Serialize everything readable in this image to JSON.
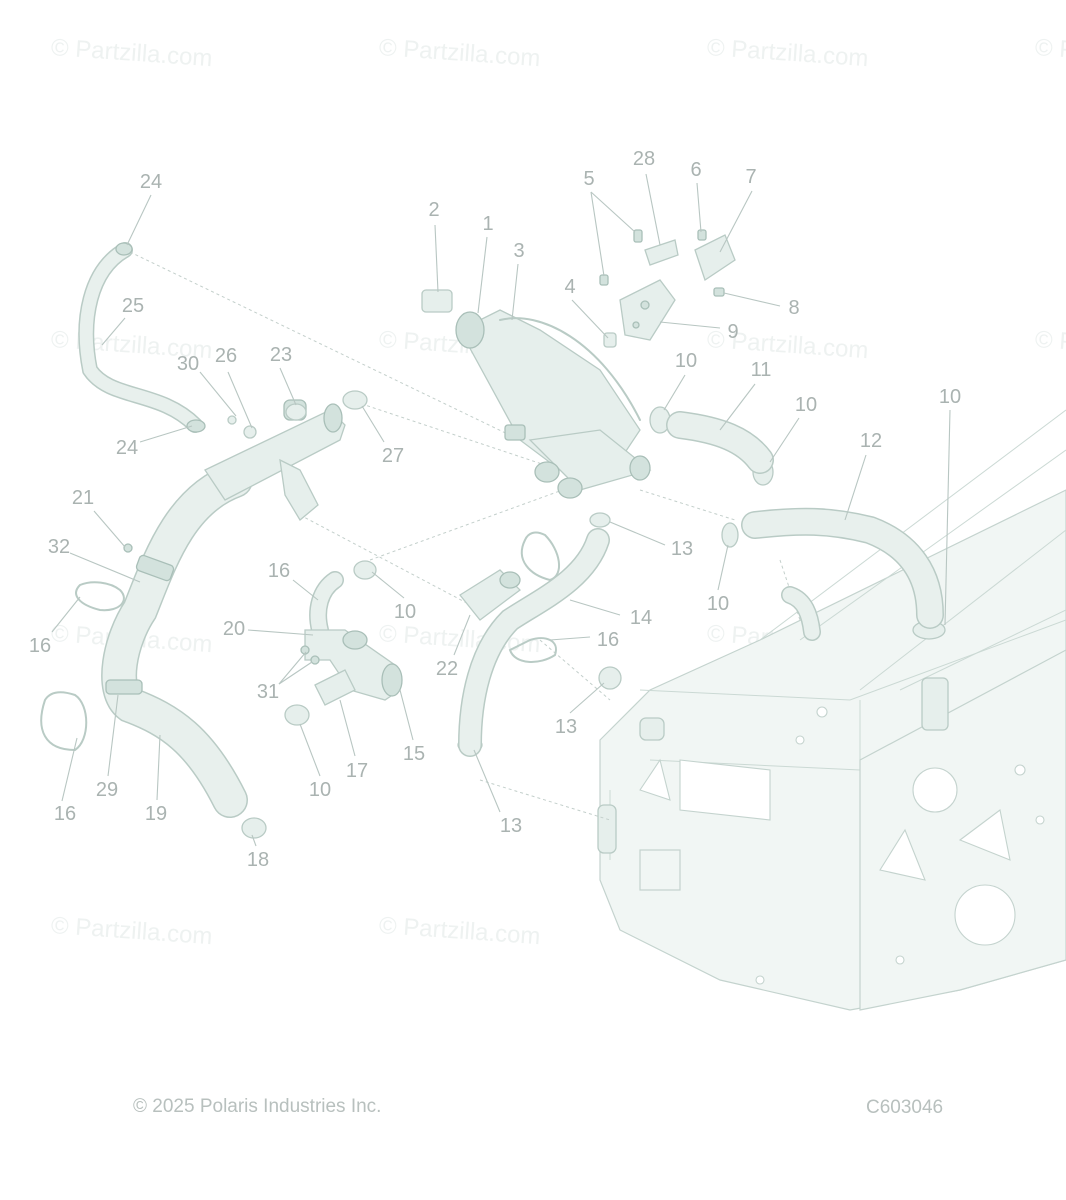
{
  "watermark_text": "© Partzilla.com",
  "copyright": "© 2025 Polaris Industries Inc.",
  "diagram_code": "C603046",
  "callouts": [
    "24",
    "25",
    "30",
    "26",
    "23",
    "27",
    "24",
    "21",
    "32",
    "16",
    "16",
    "29",
    "19",
    "18",
    "20",
    "31",
    "16",
    "10",
    "17",
    "15",
    "10",
    "2",
    "1",
    "3",
    "5",
    "28",
    "6",
    "7",
    "4",
    "8",
    "9",
    "10",
    "11",
    "10",
    "10",
    "12",
    "13",
    "14",
    "16",
    "22",
    "13",
    "13",
    "10"
  ]
}
